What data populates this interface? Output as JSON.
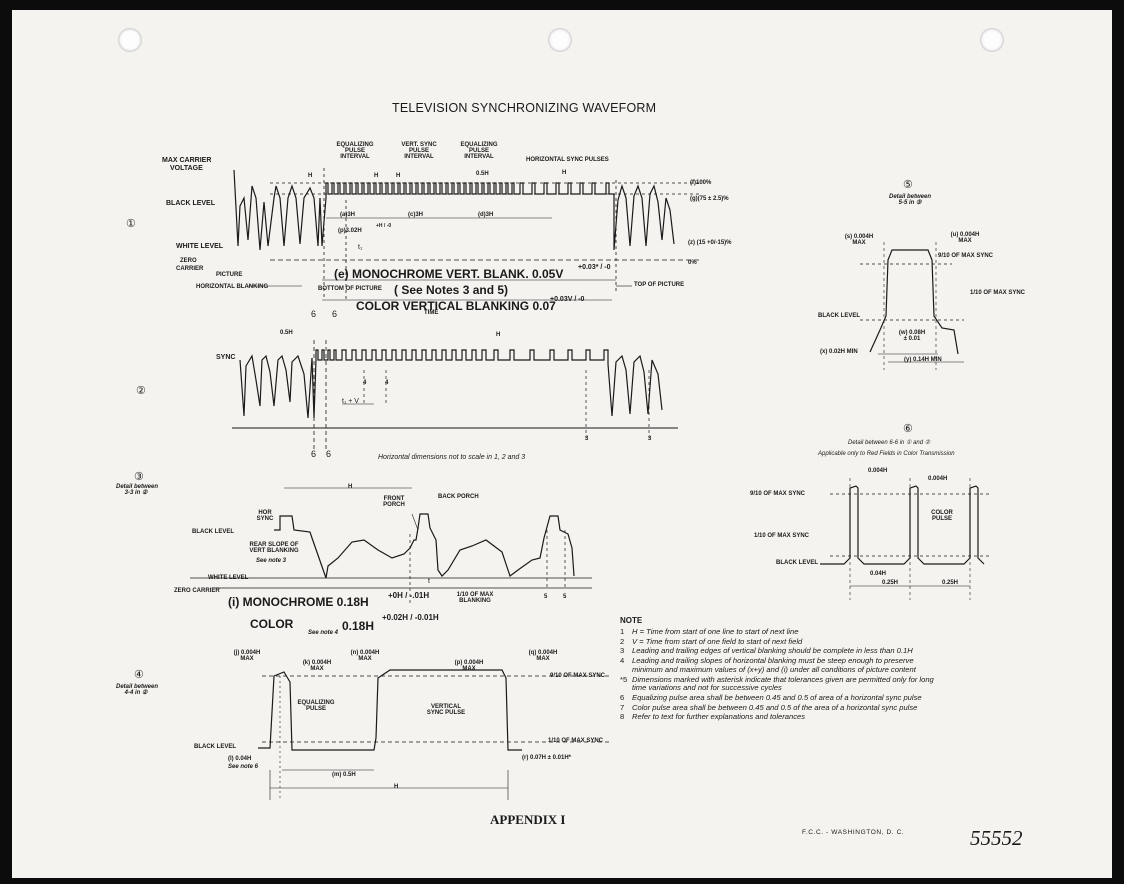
{
  "page": {
    "title": "TELEVISION SYNCHRONIZING WAVEFORM",
    "footer": "APPENDIX I",
    "printer": "F.C.C. - WASHINGTON, D. C.",
    "page_number": "55552",
    "scale_note": "Horizontal dimensions not to scale in 1, 2 and 3"
  },
  "figure1": {
    "number": "①",
    "max_carrier": [
      "MAX CARRIER",
      "VOLTAGE"
    ],
    "black_level": "BLACK LEVEL",
    "white_level": "WHITE LEVEL",
    "zero_carrier": [
      "ZERO",
      "CARRIER"
    ],
    "picture": "PICTURE",
    "horizontal_blanking": "HORIZONTAL BLANKING",
    "equalizing_interval": [
      "EQUALIZING",
      "PULSE",
      "INTERVAL"
    ],
    "vert_sync_interval": [
      "VERT. SYNC",
      "PULSE",
      "INTERVAL"
    ],
    "equalizing_interval_2": [
      "EQUALIZING",
      "PULSE",
      "INTERVAL"
    ],
    "horizontal_sync_pulses": "HORIZONTAL SYNC PULSES",
    "h": "H",
    "h2": "H",
    "h3": "H",
    "h4": "H",
    "half_h": "0.5H",
    "a3h": "(a)3H",
    "c3h": "(c)3H",
    "d3h": "(d)3H",
    "p": "(p)3.02H",
    "p_tol": "+H / -0",
    "t1": "t₁",
    "f100": "(f)100%",
    "g": "(g)(75 ± 2.5)%",
    "z": "(z) (15 +0/-15)%",
    "zero_pct": "0%",
    "monochrome_blank": "(e) MONOCHROME VERT. BLANK. 0.05V",
    "monochrome_tol": "+0.03* / -0",
    "see_notes": "( See Notes 3 and 5)",
    "bottom_of_picture": "BOTTOM OF PICTURE",
    "top_of_picture": "TOP OF PICTURE",
    "color_blanking": "COLOR VERTICAL BLANKING 0.07",
    "color_tol": "+0.03V / -0",
    "time": "TIME"
  },
  "figure2": {
    "number": "②",
    "sync": "SYNC",
    "half_h": "0.5H",
    "h": "H",
    "t1v": "t₁ + V",
    "marks": [
      "6",
      "6",
      "4",
      "4",
      "3",
      "3",
      "6",
      "6"
    ]
  },
  "figure3": {
    "number": "③",
    "detail": [
      "Detail between",
      "3-3 in ②"
    ],
    "h": "H",
    "front_porch": [
      "FRONT",
      "PORCH"
    ],
    "back_porch": "BACK PORCH",
    "hor_sync": [
      "HOR",
      "SYNC"
    ],
    "black_level": "BLACK LEVEL",
    "rear_slope": [
      "REAR SLOPE OF",
      "VERT BLANKING"
    ],
    "see_note_3": "See note 3",
    "white_level": "WHITE LEVEL",
    "zero_carrier": "ZERO CARRIER",
    "max_blanking": [
      "1/10 OF MAX",
      "BLANKING"
    ],
    "monochrome": "(i) MONOCHROME 0.18H",
    "monochrome_tol": "+0H / -.01H",
    "color": "COLOR",
    "color_val": "0.18H",
    "color_tol": "+0.02H / -0.01H",
    "see_note_4": "See note 4",
    "marks": [
      "5",
      "5"
    ],
    "t": "t"
  },
  "figure4": {
    "number": "④",
    "detail": [
      "Detail between",
      "4-4 in ②"
    ],
    "j": [
      "(j) 0.004H",
      "MAX"
    ],
    "k": [
      "(k) 0.004H",
      "MAX"
    ],
    "n": [
      "(n) 0.004H",
      "MAX"
    ],
    "p": [
      "(p) 0.004H",
      "MAX"
    ],
    "q": [
      "(q) 0.004H",
      "MAX"
    ],
    "equalizing": [
      "EQUALIZING",
      "PULSE"
    ],
    "vertical": [
      "VERTICAL",
      "SYNC PULSE"
    ],
    "nine_tenths": "9/10 OF MAX SYNC",
    "one_tenth": "1/10 OF MAX SYNC",
    "black_level": "BLACK LEVEL",
    "l": "(l) 0.04H",
    "see_note_6": "See note 6",
    "m": "(m) 0.5H",
    "r": "(r) 0.07H ± 0.01H*",
    "h": "H"
  },
  "figure5": {
    "number": "⑤",
    "detail": [
      "Detail between",
      "5-5 in ③"
    ],
    "s": [
      "(s) 0.004H",
      "MAX"
    ],
    "u": [
      "(u) 0.004H",
      "MAX"
    ],
    "nine_tenths": "9/10 OF MAX SYNC",
    "one_tenth": "1/10 OF MAX SYNC",
    "black_level": "BLACK LEVEL",
    "w": [
      "(w) 0.08H",
      "± 0.01"
    ],
    "x": "(x) 0.02H MIN",
    "y": "(y) 0.14H MIN"
  },
  "figure6": {
    "number": "⑥",
    "detail": "Detail between 6-6 in ① and ②",
    "applicable": "Applicable only to Red Fields in Color Transmission",
    "h1": "0.004H",
    "h2": "0.004H",
    "nine_tenths": "9/10 OF MAX SYNC",
    "one_tenth": "1/10 OF MAX SYNC",
    "color_pulse": [
      "COLOR",
      "PULSE"
    ],
    "black_level": "BLACK LEVEL",
    "h3": "0.04H",
    "h4": "0.25H",
    "h5": "0.25H"
  },
  "notes": {
    "heading": "NOTE",
    "items": [
      {
        "n": "1",
        "text": "H = Time from start of one line to start of next line"
      },
      {
        "n": "2",
        "text": "V = Time from start of one field to start of next field"
      },
      {
        "n": "3",
        "text": "Leading and trailing edges of vertical blanking should be complete in less than 0.1H"
      },
      {
        "n": "4",
        "text": "Leading and trailing slopes of horizontal blanking must be steep enough to preserve minimum and maximum values of (x+y) and (i) under all conditions of picture content"
      },
      {
        "n": "*5",
        "text": "Dimensions marked with asterisk indicate that tolerances given are permitted only for long time variations and not for successive cycles"
      },
      {
        "n": "6",
        "text": "Equalizing pulse area shall be between 0.45 and 0.5 of area of a horizontal sync pulse"
      },
      {
        "n": "7",
        "text": "Color pulse area shall be between 0.45 and 0.5 of the area of a horizontal sync pulse"
      },
      {
        "n": "8",
        "text": "Refer to text for further explanations and tolerances"
      }
    ]
  }
}
